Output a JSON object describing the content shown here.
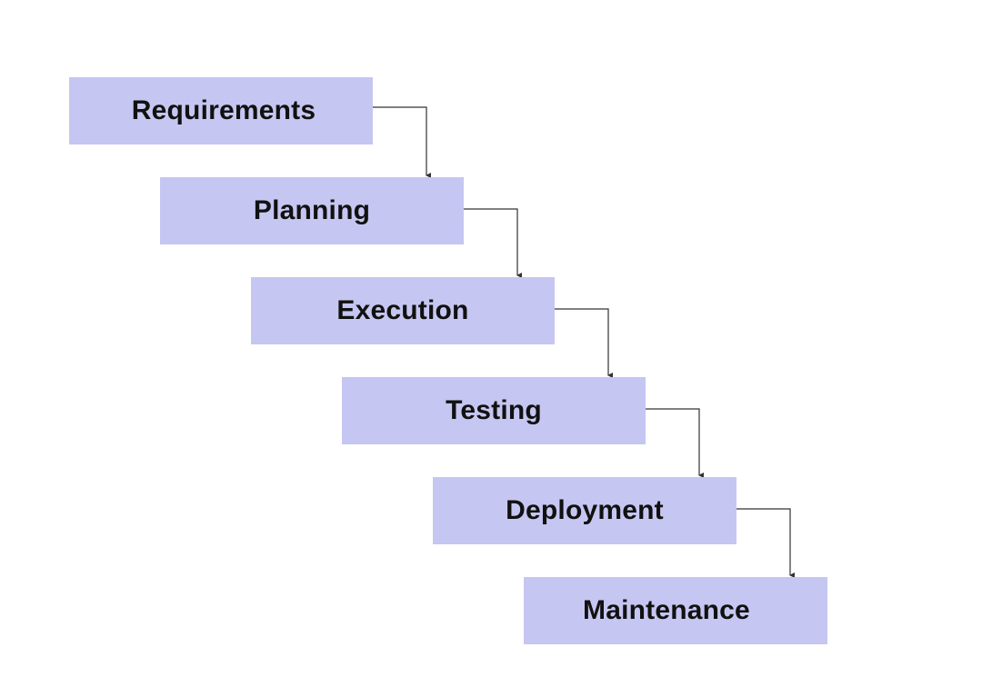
{
  "diagram": {
    "steps": [
      {
        "label": "Requirements"
      },
      {
        "label": "Planning"
      },
      {
        "label": "Execution"
      },
      {
        "label": "Testing"
      },
      {
        "label": "Deployment"
      },
      {
        "label": "Maintenance"
      }
    ]
  },
  "colors": {
    "box_fill": "#c6c6f2",
    "text": "#111111",
    "connector": "#333333"
  }
}
